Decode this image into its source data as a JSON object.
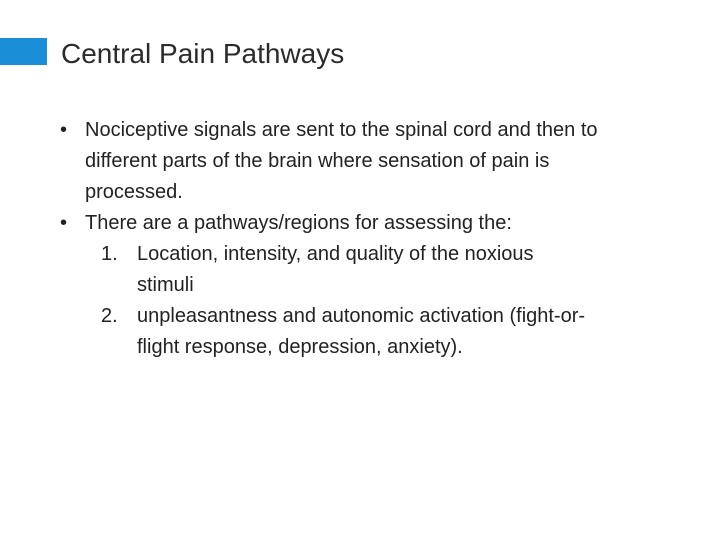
{
  "slide": {
    "accent_color": "#1a8fd8",
    "title": "Central Pain Pathways",
    "bullets": [
      {
        "marker": "•",
        "text": "Nociceptive signals are sent to the spinal cord and then to different parts of the brain where sensation of pain is processed."
      },
      {
        "marker": "•",
        "text": "There are a pathways/regions for assessing the:"
      }
    ],
    "numbered": [
      {
        "marker": "1.",
        "text": "Location, intensity, and quality of the noxious stimuli"
      },
      {
        "marker": "2.",
        "text": "unpleasantness and autonomic activation (fight-or-flight response, depression, anxiety)."
      }
    ]
  }
}
